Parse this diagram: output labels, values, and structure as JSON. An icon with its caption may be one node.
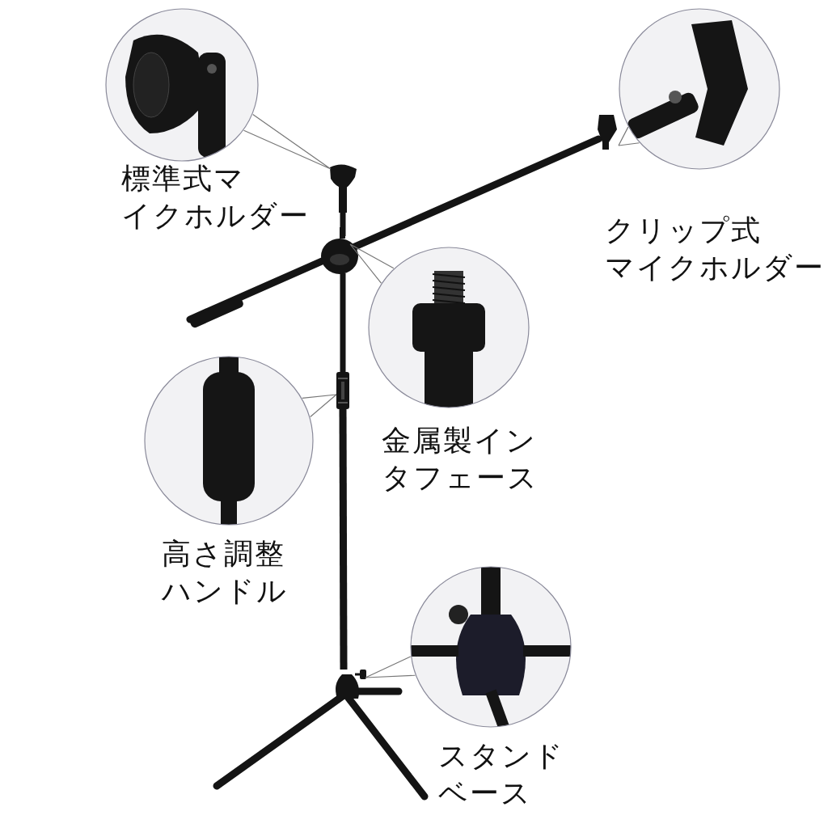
{
  "diagram": {
    "nodes": [
      {
        "text": [
          "標準式マイクホルダー"
        ]
      },
      {
        "text": [
          "クリップ式マイクホルダー"
        ]
      },
      {
        "text": [
          "金属製インタフェース"
        ]
      },
      {
        "text": [
          "高さ調整ハンドル"
        ]
      },
      {
        "text": [
          "スタンドベース"
        ]
      },
      {
        "text": [],
        "shape": "picture"
      },
      {
        "text": [],
        "shape": "picture"
      },
      {
        "text": [],
        "shape": "picture"
      },
      {
        "text": [],
        "shape": "picture"
      },
      {
        "text": [],
        "shape": "picture"
      }
    ],
    "edges": [
      {
        "from": 0,
        "to": 5,
        "arrow": "none"
      },
      {
        "from": 1,
        "to": 6,
        "arrow": "none"
      },
      {
        "from": 2,
        "to": 7,
        "arrow": "none"
      },
      {
        "from": 3,
        "to": 8,
        "arrow": "none"
      },
      {
        "from": 4,
        "to": 9,
        "arrow": "none"
      }
    ]
  }
}
